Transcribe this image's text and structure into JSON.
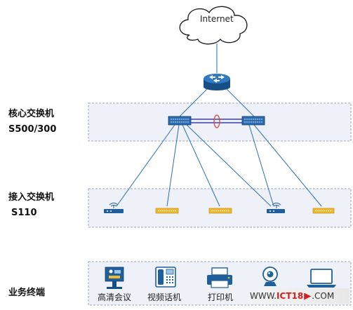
{
  "internet": {
    "label": "Internet"
  },
  "tiers": {
    "core": {
      "line1": "核心交换机",
      "line2": "S500/300"
    },
    "access": {
      "line1": "接入交换机",
      "line2": "S110"
    },
    "terminal": {
      "line1": "业务终端"
    }
  },
  "terminals": {
    "video_conference": "高清会议",
    "video_phone": "视频话机",
    "printer": "打印机"
  },
  "watermark": {
    "prefix": "WWW.",
    "brand": "ICT18",
    "suffix": ".COM"
  },
  "colors": {
    "zone_fill": "#eef1f8",
    "zone_border": "#9aa6bf",
    "link_line": "#2a6fb0",
    "router_blue": "#1f5f9c",
    "switch_blue": "#2c6cb0",
    "access_yellow": "#f0b92e",
    "lag_red": "#e04040",
    "stack_line": "#3a3fb0"
  }
}
